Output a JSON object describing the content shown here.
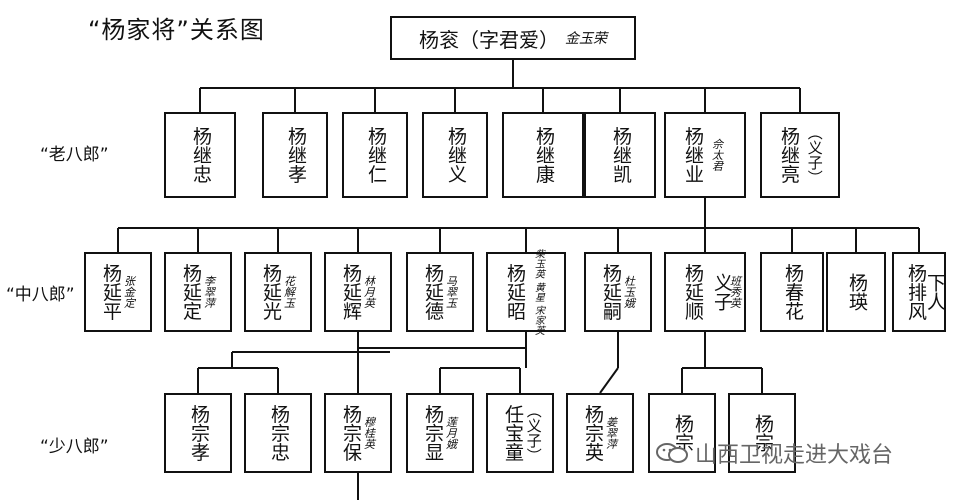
{
  "title": "“杨家将”关系图",
  "generations": {
    "old": "“老八郎”",
    "middle": "“中八郎”",
    "young": "“少八郎”"
  },
  "root": {
    "name": "杨衮（字君爱）",
    "spouse": "金玉荣"
  },
  "row1": [
    {
      "name": "杨继忠"
    },
    {
      "name": "杨继孝"
    },
    {
      "name": "杨继仁"
    },
    {
      "name": "杨继义"
    },
    {
      "name": "杨继康"
    },
    {
      "name": "杨继凯"
    },
    {
      "name": "杨继业",
      "spouse": "佘太君"
    },
    {
      "name": "杨继亮",
      "note": "（义子）"
    }
  ],
  "row2": [
    {
      "name": "杨延平",
      "spouse": "张金定"
    },
    {
      "name": "杨延定",
      "spouse": "李翠萍"
    },
    {
      "name": "杨延光",
      "spouse": "花解玉"
    },
    {
      "name": "杨延辉",
      "spouse": "林月英"
    },
    {
      "name": "杨延德",
      "spouse": "马翠玉"
    },
    {
      "name": "杨延昭",
      "spouse": "柴玉英 黄星 宋家英"
    },
    {
      "name": "杨延嗣",
      "spouse": "杜玉娥"
    },
    {
      "name": "杨延顺",
      "note": "义子",
      "spouse": "班秀英"
    },
    {
      "name": "杨春花"
    },
    {
      "name": "杨瑛"
    },
    {
      "name": "杨排风",
      "note": "下人"
    }
  ],
  "row3": [
    {
      "name": "杨宗孝"
    },
    {
      "name": "杨宗忠"
    },
    {
      "name": "杨宗保",
      "spouse": "穆桂英"
    },
    {
      "name": "杨宗显",
      "spouse": "莲月娥"
    },
    {
      "name": "任宝童",
      "note": "（义子）"
    },
    {
      "name": "杨宗英",
      "spouse": "姜翠萍"
    },
    {
      "name": "杨宗"
    },
    {
      "name": "杨宗"
    }
  ],
  "watermark": "山西卫视走进大戏台"
}
